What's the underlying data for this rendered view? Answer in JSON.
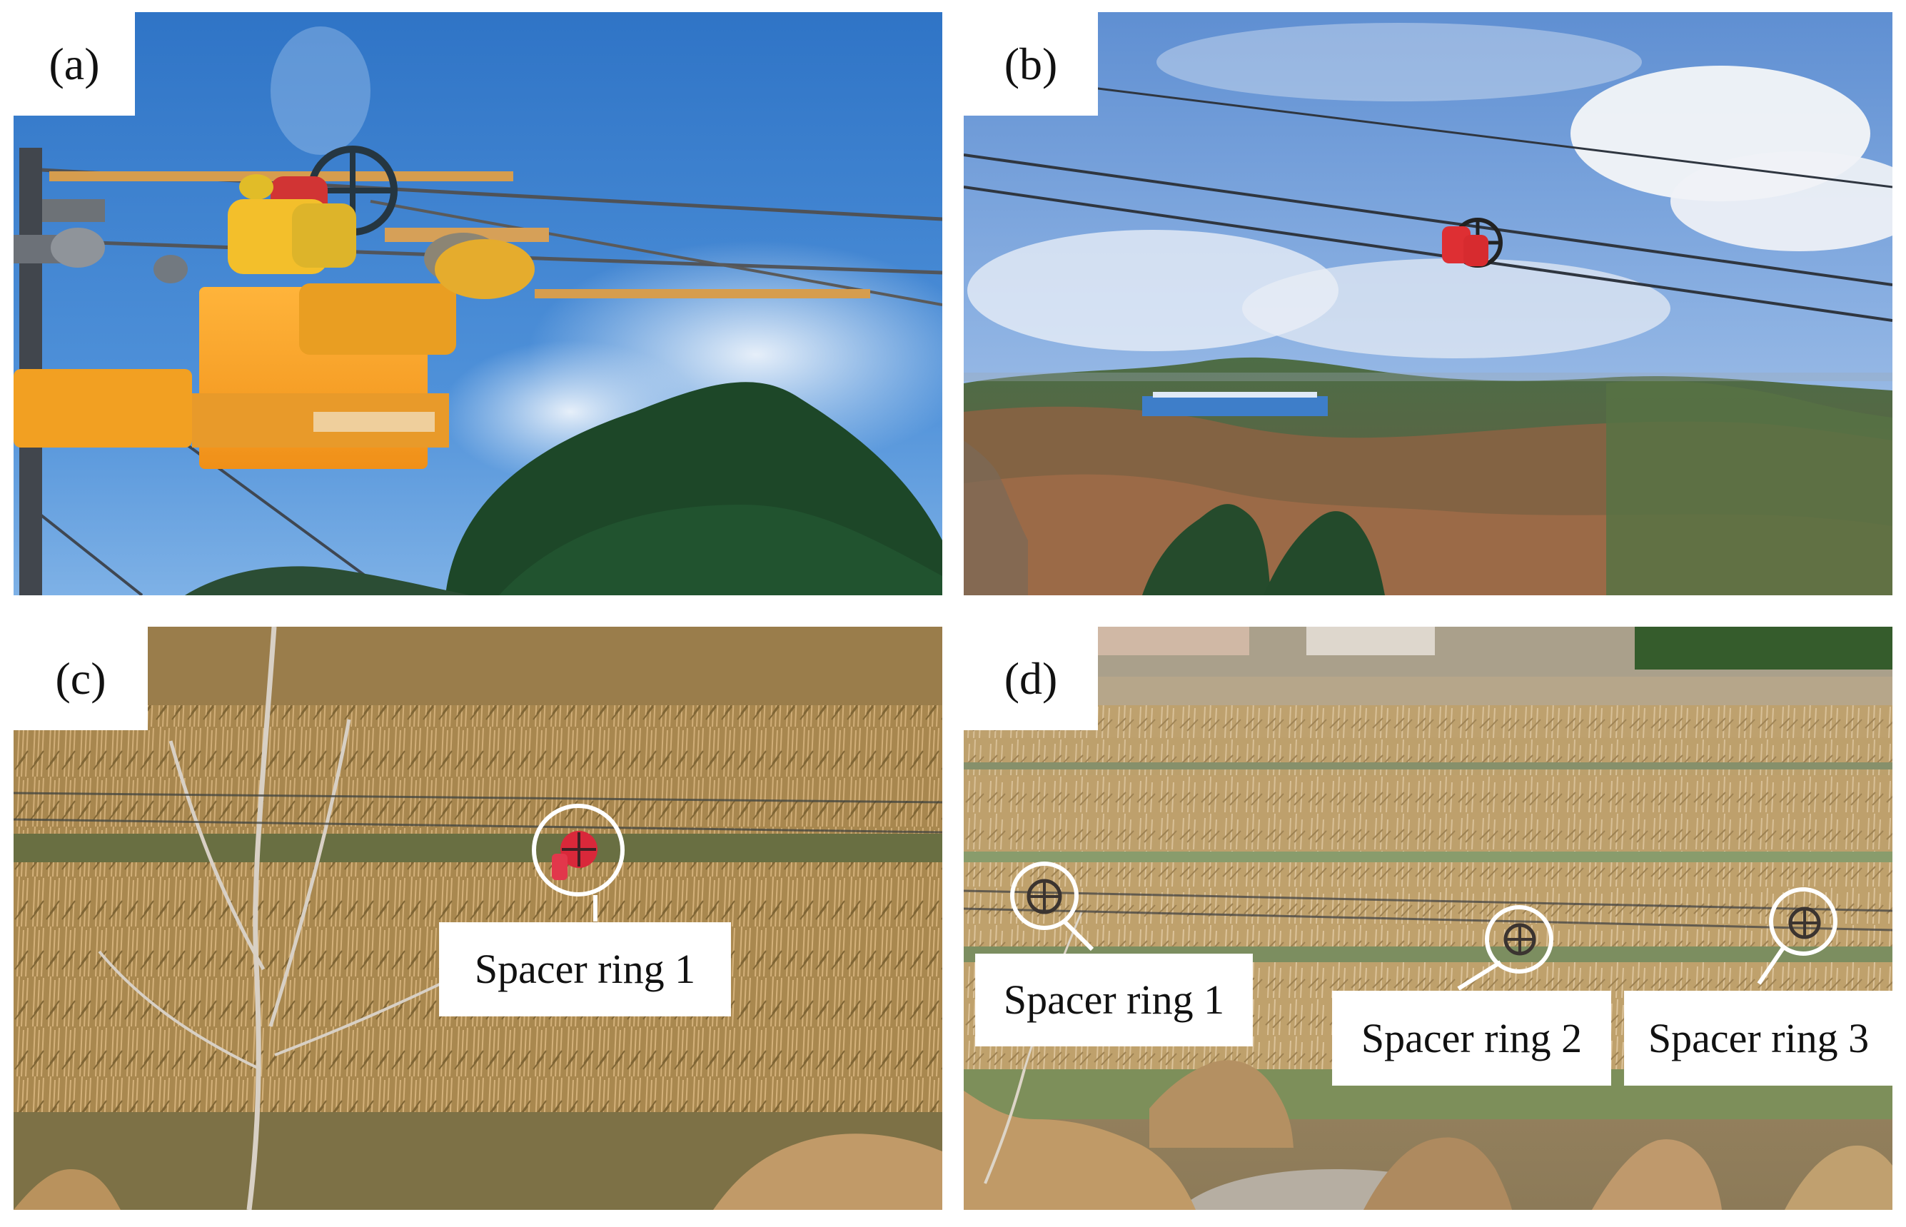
{
  "panels": {
    "a": {
      "label": "(a)"
    },
    "b": {
      "label": "(b)"
    },
    "c": {
      "label": "(c)",
      "callouts": [
        "Spacer ring 1"
      ]
    },
    "d": {
      "label": "(d)",
      "callouts": [
        "Spacer ring 1",
        "Spacer ring 2",
        "Spacer ring 3"
      ]
    }
  }
}
